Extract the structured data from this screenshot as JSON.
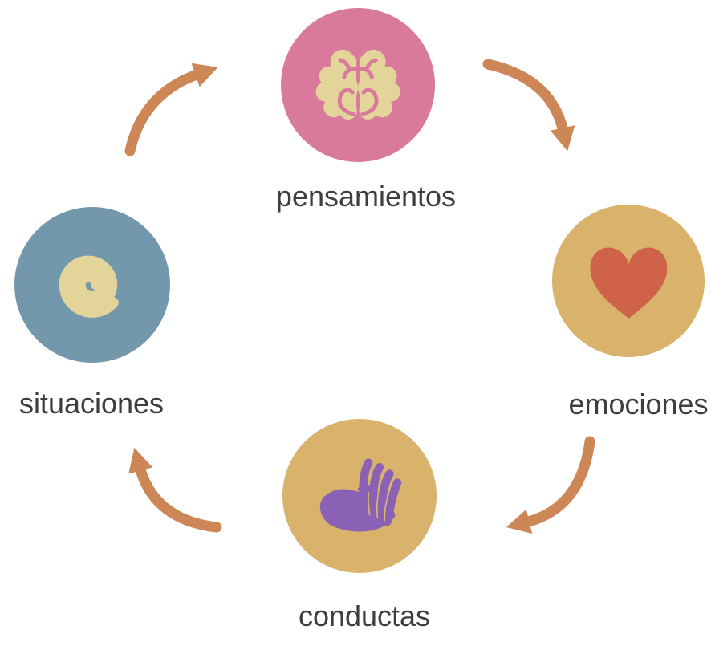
{
  "diagram": {
    "type": "cycle",
    "direction": "clockwise",
    "description": "Four-node circular flow diagram"
  },
  "nodes": [
    {
      "id": "pensamientos",
      "label": "pensamientos",
      "icon": "brain-icon",
      "circle_color": "#d97a9d",
      "icon_color": "#e3d49a"
    },
    {
      "id": "emociones",
      "label": "emociones",
      "icon": "heart-icon",
      "circle_color": "#d9b26b",
      "icon_color": "#cf6248"
    },
    {
      "id": "conductas",
      "label": "conductas",
      "icon": "hand-icon",
      "circle_color": "#d9b26b",
      "icon_color": "#8b61b6"
    },
    {
      "id": "situaciones",
      "label": "situaciones",
      "icon": "spiral-icon",
      "circle_color": "#7498ab",
      "icon_color": "#e3d49a"
    }
  ],
  "arrows": [
    {
      "from": "situaciones",
      "to": "pensamientos"
    },
    {
      "from": "pensamientos",
      "to": "emociones"
    },
    {
      "from": "emociones",
      "to": "conductas"
    },
    {
      "from": "conductas",
      "to": "situaciones"
    }
  ],
  "colors": {
    "pink": "#d97a9d",
    "cream": "#e3d49a",
    "tan": "#d9b26b",
    "heart-red": "#cf6248",
    "blue": "#7498ab",
    "purple": "#8b61b6",
    "arrow-orange": "#cd8756",
    "label-text": "#3e3e3e",
    "background": "#ffffff"
  }
}
